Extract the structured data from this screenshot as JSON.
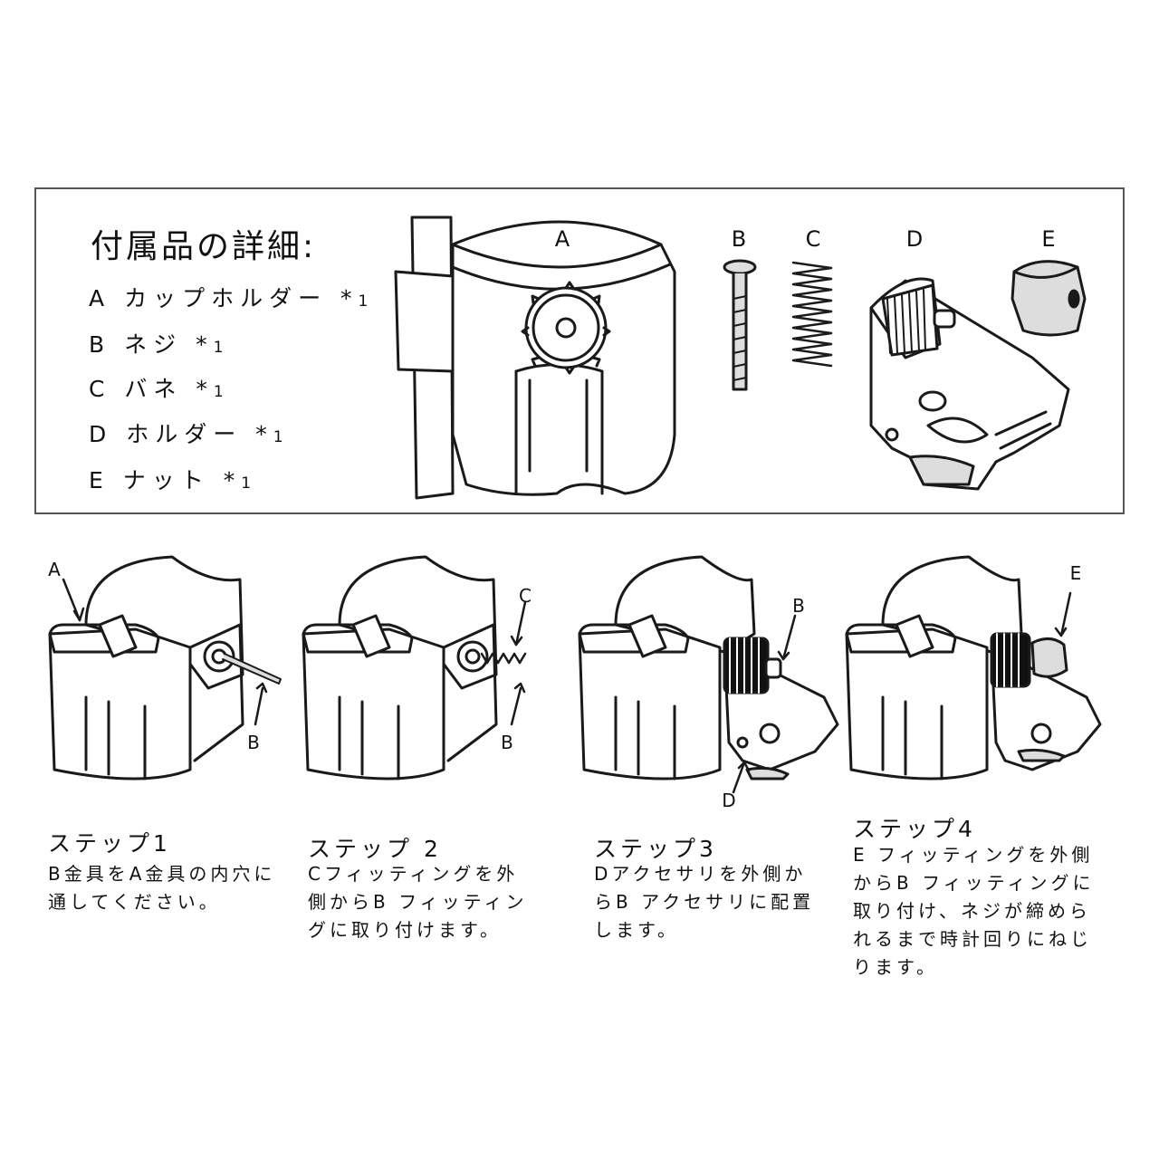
{
  "parts_panel": {
    "title": "付属品の詳細:",
    "items": [
      {
        "letter": "A",
        "name": "カップホルダー",
        "qty_mark": "*",
        "qty": "1"
      },
      {
        "letter": "B",
        "name": "ネジ",
        "qty_mark": "*",
        "qty": "1"
      },
      {
        "letter": "C",
        "name": "バネ",
        "qty_mark": "*",
        "qty": "1"
      },
      {
        "letter": "D",
        "name": "ホルダー",
        "qty_mark": "*",
        "qty": "1"
      },
      {
        "letter": "E",
        "name": "ナット",
        "qty_mark": "*",
        "qty": "1"
      }
    ],
    "illustration_labels": {
      "a": "A",
      "b": "B",
      "c": "C",
      "d": "D",
      "e": "E"
    }
  },
  "steps": [
    {
      "title": "ステップ1",
      "description": "B金具をA金具の内穴に通してください。",
      "labels": [
        "A",
        "B"
      ]
    },
    {
      "title": "ステップ 2",
      "description": "Cフィッティングを外側からB フィッティングに取り付けます。",
      "labels": [
        "C",
        "B"
      ]
    },
    {
      "title": "ステップ3",
      "description": "Dアクセサリを外側からB アクセサリに配置します。",
      "labels": [
        "B",
        "D"
      ]
    },
    {
      "title": "ステップ4",
      "description": "E フィッティングを外側からB フィッティングに取り付け、ネジが締められるまで時計回りにねじります。",
      "labels": [
        "E"
      ]
    }
  ],
  "colors": {
    "line": "#1a1a1a",
    "paper": "#ffffff",
    "panel_border": "#555555",
    "part_fill": "#dddddd",
    "knob_dark": "#111111"
  }
}
